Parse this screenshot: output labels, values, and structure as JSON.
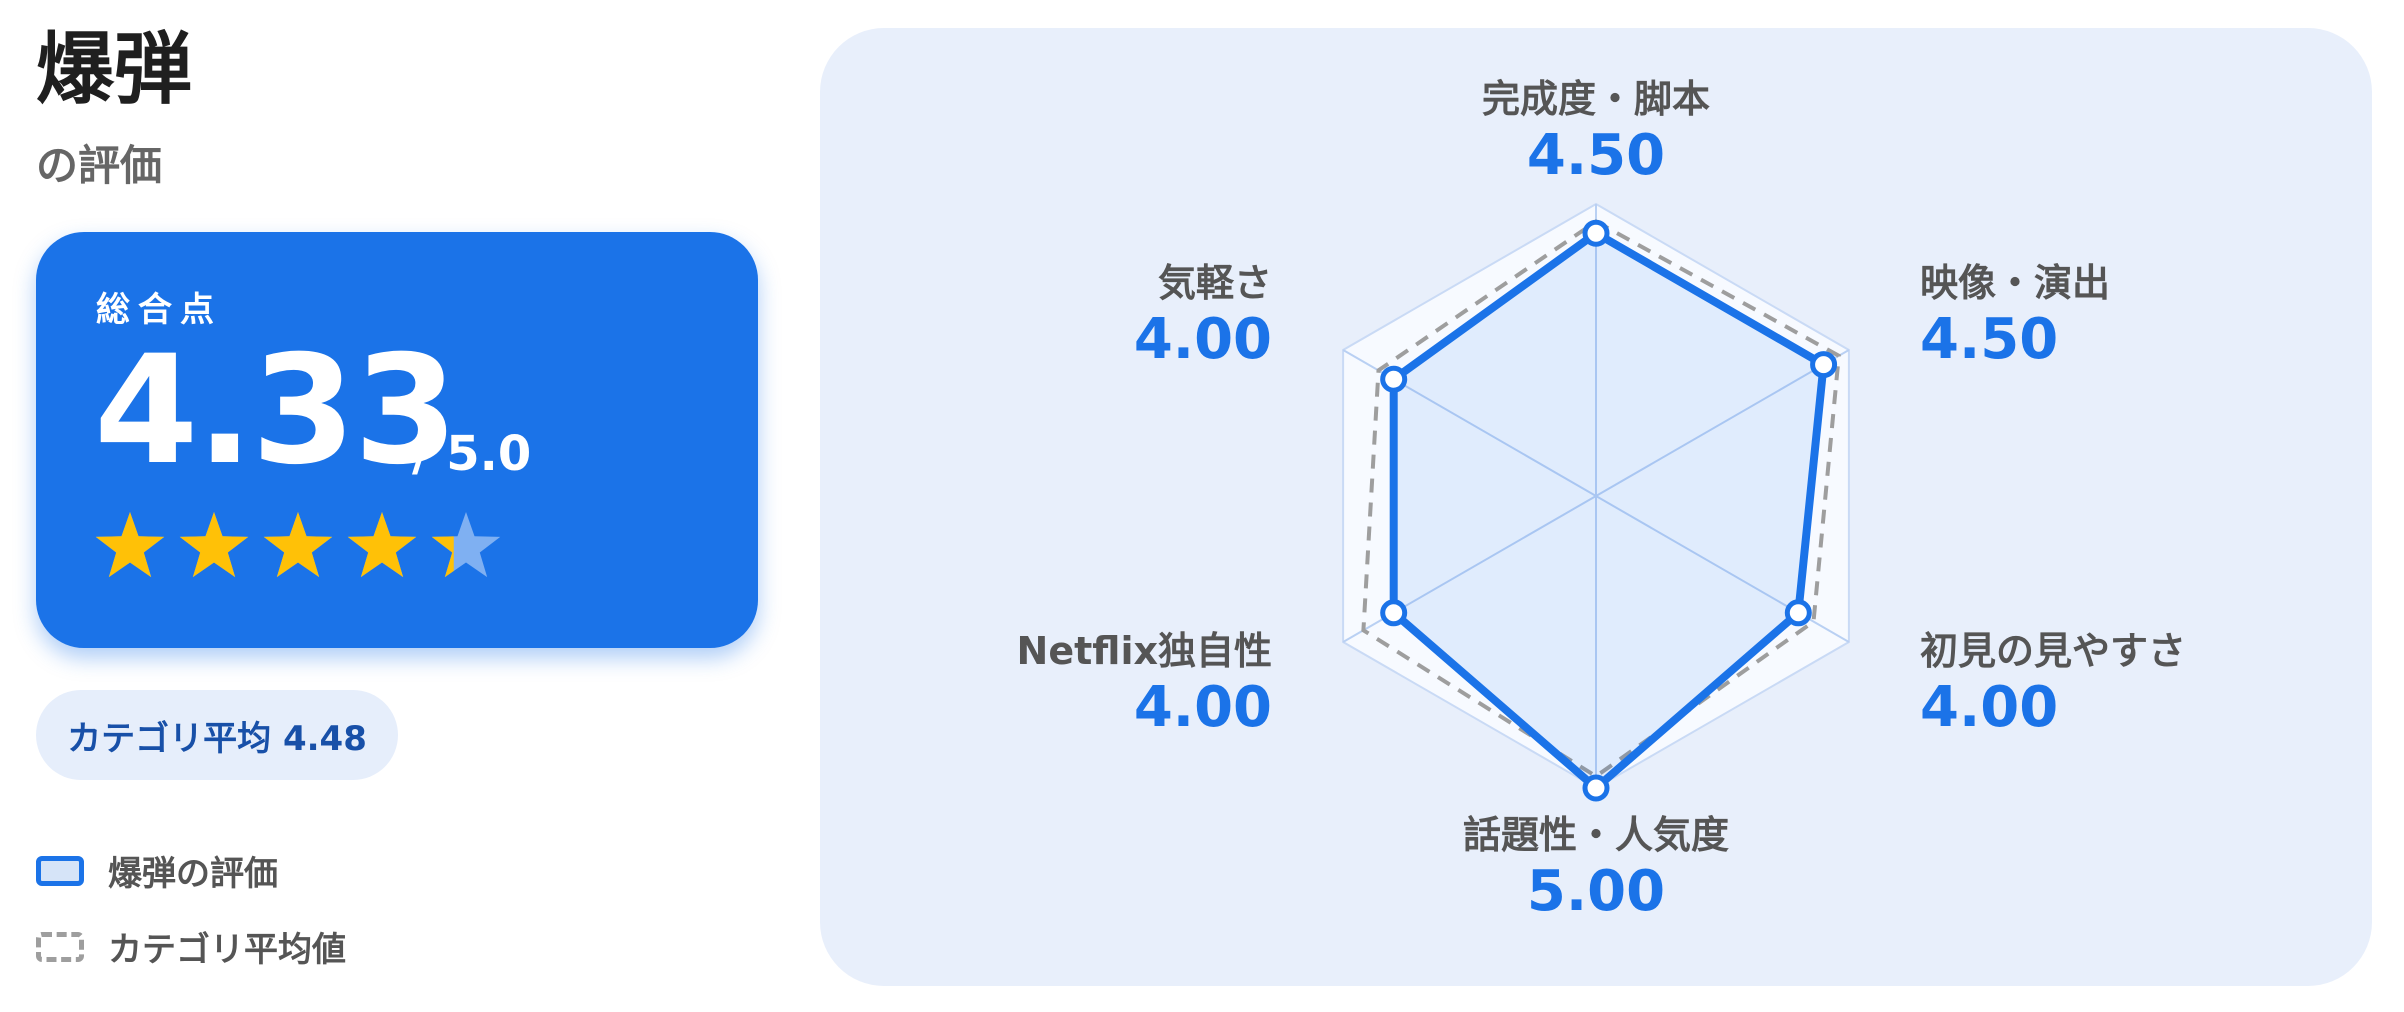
{
  "header": {
    "title": "爆弾",
    "subtitle": "の評価"
  },
  "score": {
    "label": "総合点",
    "value": "4.33",
    "max_label": "/ 5.0",
    "rating": 4.33,
    "star_color": "#ffc107"
  },
  "average_pill": {
    "label": "カテゴリ平均 4.48"
  },
  "legend": {
    "item1": "爆弾の評価",
    "item2": "カテゴリ平均値"
  },
  "colors": {
    "accent": "#1b73e8",
    "average_line": "#9e9e9e",
    "panel_bg": "#e8effb"
  },
  "chart_data": {
    "type": "radar",
    "max": 5,
    "axes": [
      {
        "label": "完成度・脚本",
        "value_text": "4.50"
      },
      {
        "label": "映像・演出",
        "value_text": "4.50"
      },
      {
        "label": "初見の見やすさ",
        "value_text": "4.00"
      },
      {
        "label": "話題性・人気度",
        "value_text": "5.00"
      },
      {
        "label": "Netflix独自性",
        "value_text": "4.00"
      },
      {
        "label": "気軽さ",
        "value_text": "4.00"
      }
    ],
    "series": [
      {
        "name": "爆弾の評価",
        "values": [
          4.5,
          4.5,
          4.0,
          5.0,
          4.0,
          4.0
        ]
      },
      {
        "name": "カテゴリ平均値",
        "values": [
          4.7,
          4.8,
          4.3,
          4.8,
          4.6,
          4.3
        ]
      }
    ]
  }
}
